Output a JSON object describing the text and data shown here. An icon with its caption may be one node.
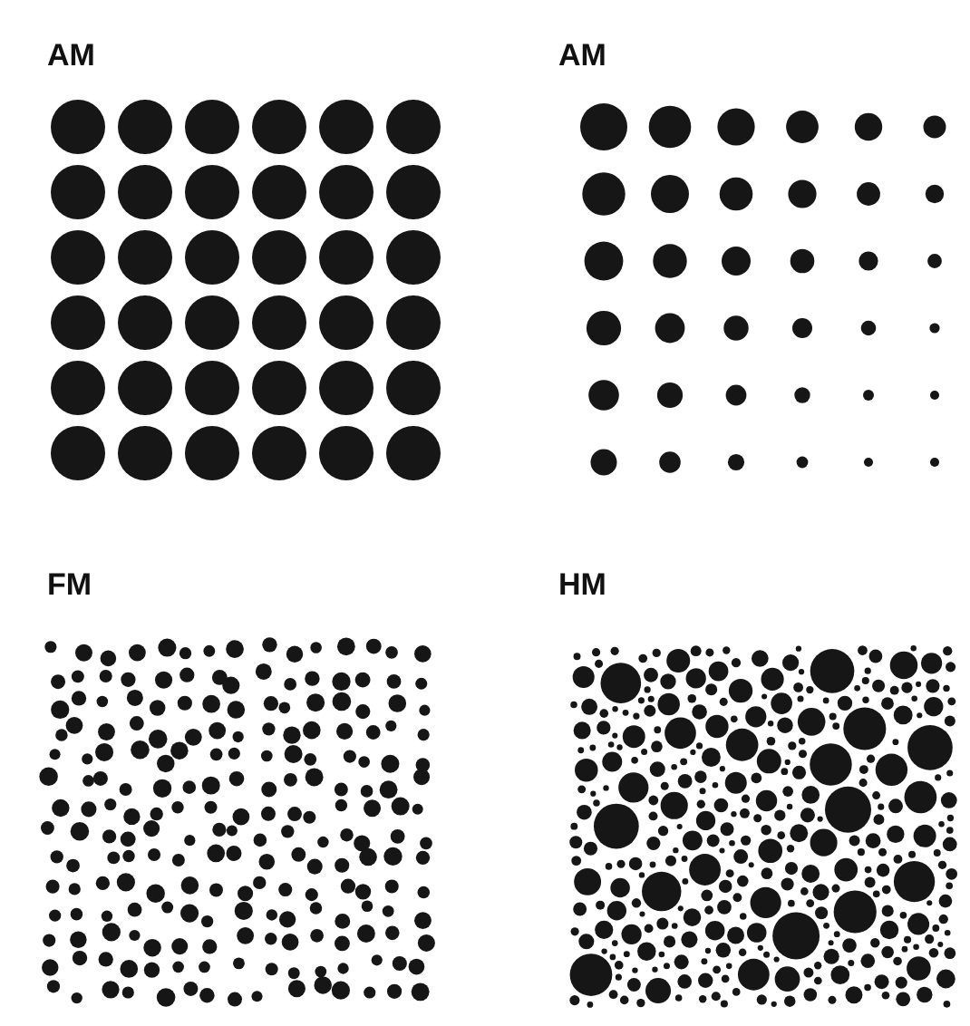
{
  "diagram": {
    "labels": [
      "AM",
      "AM",
      "FM",
      "HM"
    ]
  }
}
